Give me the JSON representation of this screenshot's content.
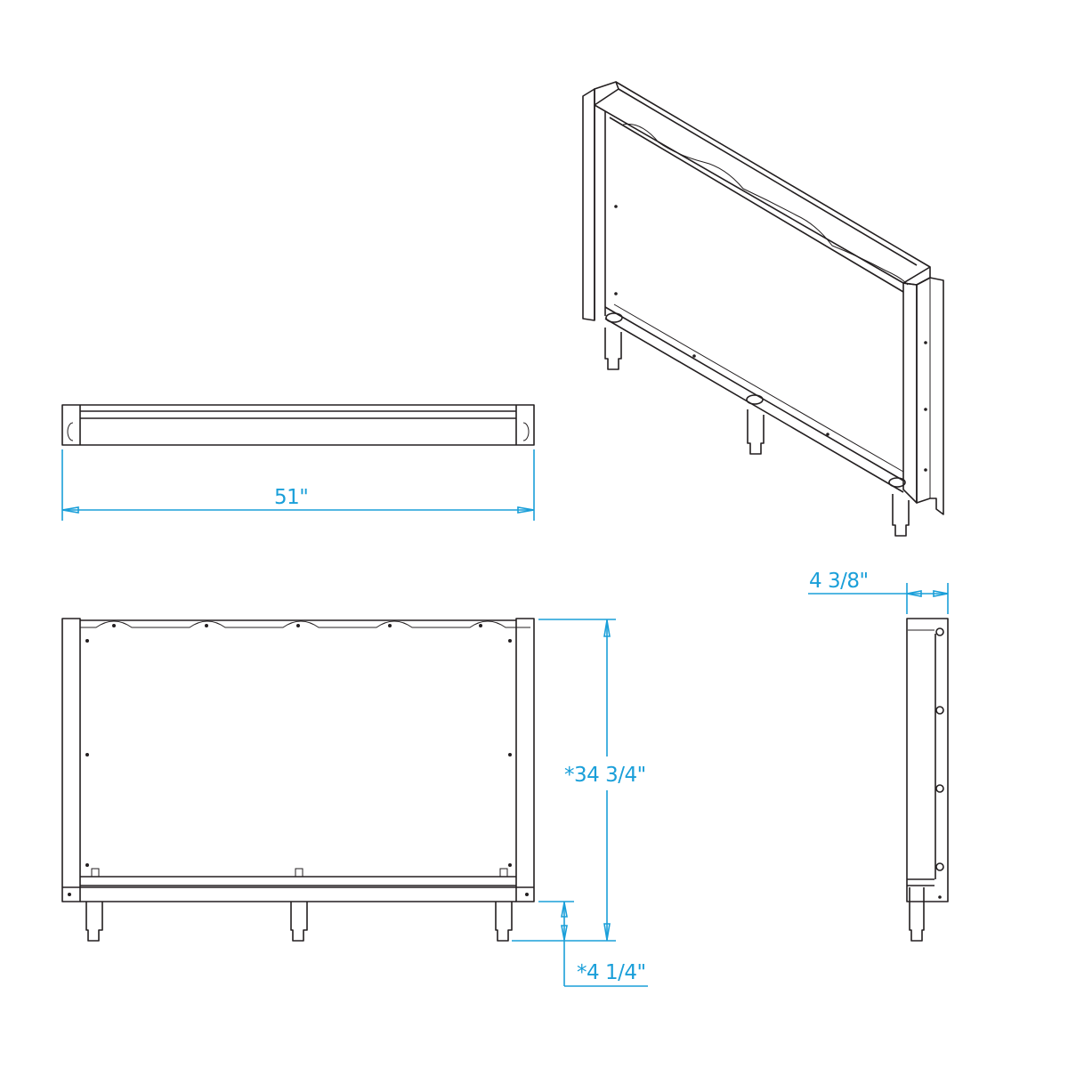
{
  "dimensions": {
    "width": "51\"",
    "depth": "4 3/8\"",
    "height": "*34 3/4\"",
    "leg_height": "*4 1/4\""
  },
  "colors": {
    "dimension": "#1a9fd9",
    "line": "#231f20"
  }
}
